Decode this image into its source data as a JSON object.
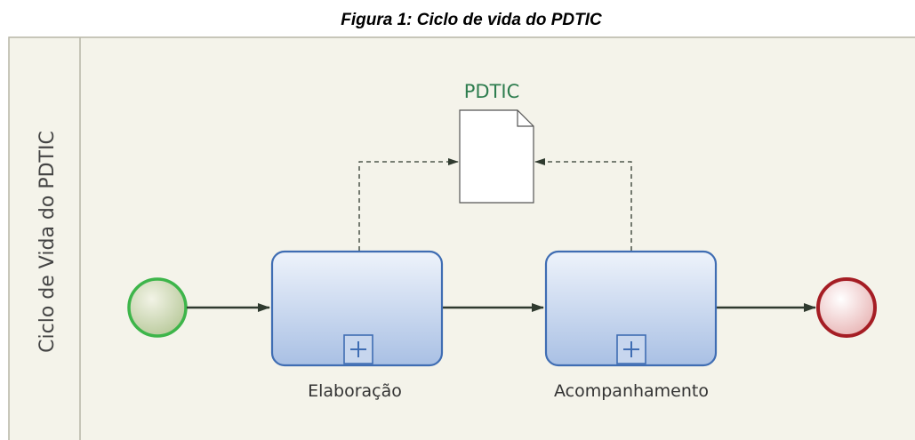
{
  "caption": "Figura 1: Ciclo de vida do PDTIC",
  "pool": {
    "label": "Ciclo de Vida do PDTIC"
  },
  "data_object": {
    "label": "PDTIC"
  },
  "tasks": [
    {
      "label": "Elaboração"
    },
    {
      "label": "Acompanhamento"
    }
  ],
  "colors": {
    "pool_fill": "#f4f3ea",
    "pool_border": "#b7b6a6",
    "start_event": "#3db54a",
    "end_event": "#a51d24",
    "task_border": "#3f6db3",
    "task_fill": "#b9cdea",
    "flow": "#2f3a2f"
  }
}
